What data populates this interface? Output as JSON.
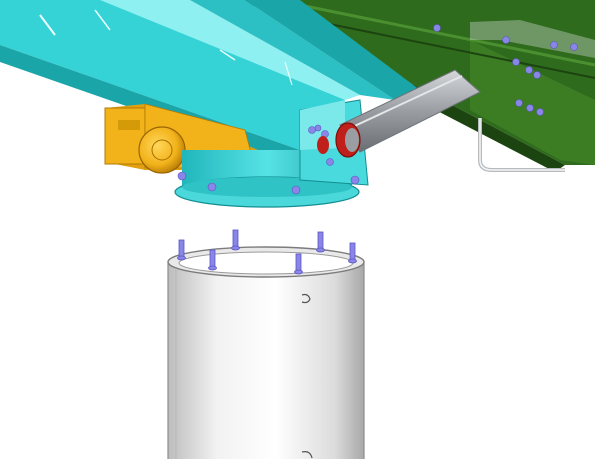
{
  "palette": {
    "background": "#ffffff",
    "boom_cyan": "#35d2d6",
    "boom_cyan_dark": "#1aa5a8",
    "boom_cyan_light": "#8ef0f0",
    "truss_green": "#2f6b1c",
    "truss_green_dark": "#1c4410",
    "truss_green_light": "#4a8f30",
    "motor_gold": "#f2b21a",
    "motor_gold_dark": "#b27a05",
    "pipe_gray": "#a9adb2",
    "pipe_gray_dark": "#6f7378",
    "flange_red": "#c0201b",
    "column_white": "#f4f4f4",
    "column_shadow": "#c9c9c9",
    "bolt_purple": "#8a86e8",
    "bolt_purple_dark": "#5a55c4",
    "bracket_silver": "#d8dadc"
  },
  "components": [
    "boom-arm",
    "truss-frame",
    "gear-motor",
    "slewing-base",
    "diagonal-strut",
    "support-column",
    "anchor-bolts"
  ]
}
